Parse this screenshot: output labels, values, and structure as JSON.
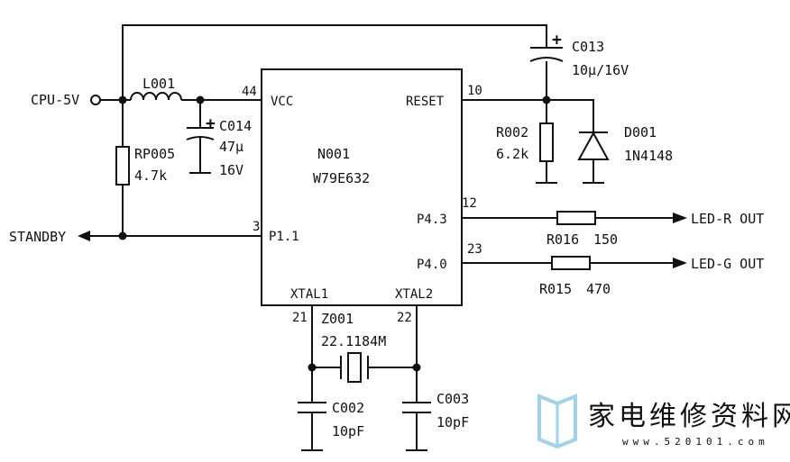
{
  "labels": {
    "cpu_5v": "CPU-5V",
    "standby": "STANDBY",
    "led_r_out": "LED-R OUT",
    "led_g_out": "LED-G OUT"
  },
  "chip": {
    "ref": "N001",
    "part": "W79E632",
    "pins": {
      "vcc": "VCC",
      "vcc_num": "44",
      "reset": "RESET",
      "reset_num": "10",
      "p11": "P1.1",
      "p11_num": "3",
      "p43": "P4.3",
      "p43_num": "12",
      "p40": "P4.0",
      "p40_num": "23",
      "xtal1": "XTAL1",
      "xtal1_num": "21",
      "xtal2": "XTAL2",
      "xtal2_num": "22"
    }
  },
  "components": {
    "l001": {
      "ref": "L001"
    },
    "rp005": {
      "ref": "RP005",
      "value": "4.7k"
    },
    "c014": {
      "ref": "C014",
      "value": "47μ",
      "voltage": "16V"
    },
    "c013": {
      "ref": "C013",
      "value": "10μ/16V"
    },
    "r002": {
      "ref": "R002",
      "value": "6.2k"
    },
    "d001": {
      "ref": "D001",
      "value": "1N4148"
    },
    "r016": {
      "ref": "R016",
      "value": "150"
    },
    "r015": {
      "ref": "R015",
      "value": "470"
    },
    "z001": {
      "ref": "Z001",
      "value": "22.1184M"
    },
    "c002": {
      "ref": "C002",
      "value": "10pF"
    },
    "c003": {
      "ref": "C003",
      "value": "10pF"
    }
  },
  "watermark": {
    "text": "家电维修资料网",
    "url": "www.520101.com"
  },
  "colors": {
    "ink": "#111111",
    "watermark": "#9fd3ea"
  }
}
